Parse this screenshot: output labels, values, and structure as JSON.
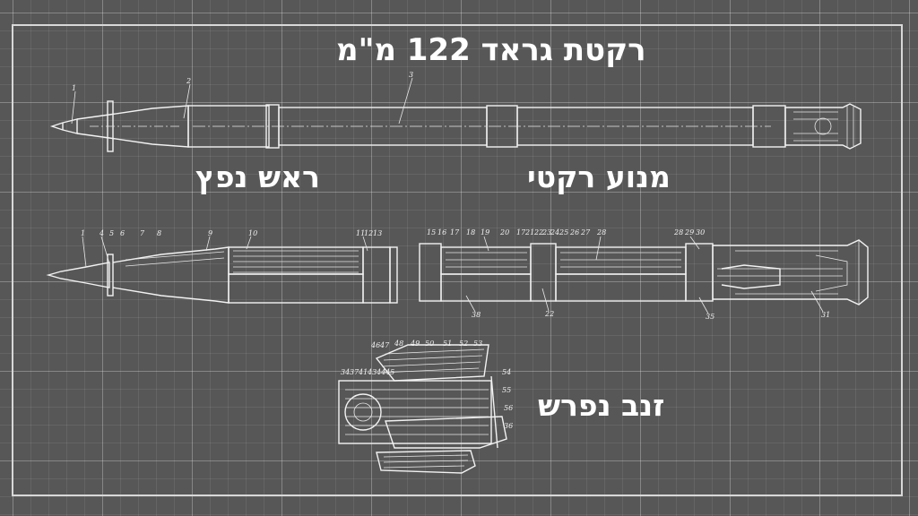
{
  "title": "רקטת גראד 122 מ\"מ",
  "labels": {
    "warhead": "ראש נפץ",
    "motor": "מנוע רקטי",
    "tail": "זנב נפרש"
  },
  "top_view_callouts": [
    "1",
    "2",
    "3"
  ],
  "warhead_callouts": [
    "1",
    "4",
    "5",
    "6",
    "7",
    "8",
    "9",
    "10",
    "11",
    "12",
    "13"
  ],
  "motor_callouts_top": [
    "15",
    "16",
    "17",
    "18",
    "19",
    "20",
    "17",
    "21",
    "22",
    "23",
    "24",
    "25",
    "26",
    "27",
    "28",
    "28",
    "29",
    "30"
  ],
  "motor_callouts_bottom": [
    "38",
    "22",
    "35",
    "31"
  ],
  "tail_callouts": [
    "46",
    "47",
    "48",
    "49",
    "50",
    "51",
    "52",
    "53",
    "34",
    "37",
    "41",
    "43",
    "44",
    "45",
    "54",
    "55",
    "56",
    "36"
  ],
  "colors": {
    "background": "#575757",
    "lines": "#f2f2f2",
    "grid": "#8a8a8a"
  }
}
